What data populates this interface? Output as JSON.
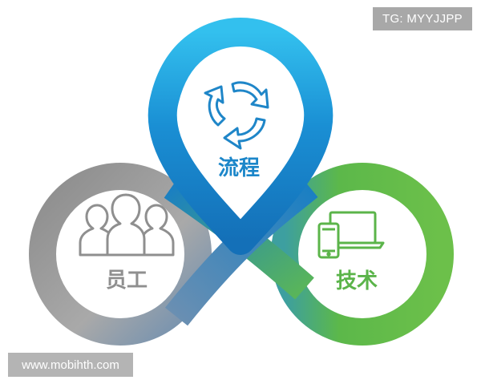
{
  "watermarks": {
    "top": "TG: MYYJJPP",
    "bottom": "www.mobihth.com"
  },
  "nodes": [
    {
      "id": "process",
      "label": "流程",
      "color": "#1b86c9",
      "icon": "cycle-arrows-icon"
    },
    {
      "id": "staff",
      "label": "员工",
      "color": "#8f8f8f",
      "icon": "people-group-icon"
    },
    {
      "id": "technology",
      "label": "技术",
      "color": "#5bb44a",
      "icon": "devices-icon"
    }
  ],
  "colors": {
    "blue": "#1680c6",
    "blue_light": "#2fb7ea",
    "gray": "#9a9a9a",
    "green": "#5fb845"
  }
}
